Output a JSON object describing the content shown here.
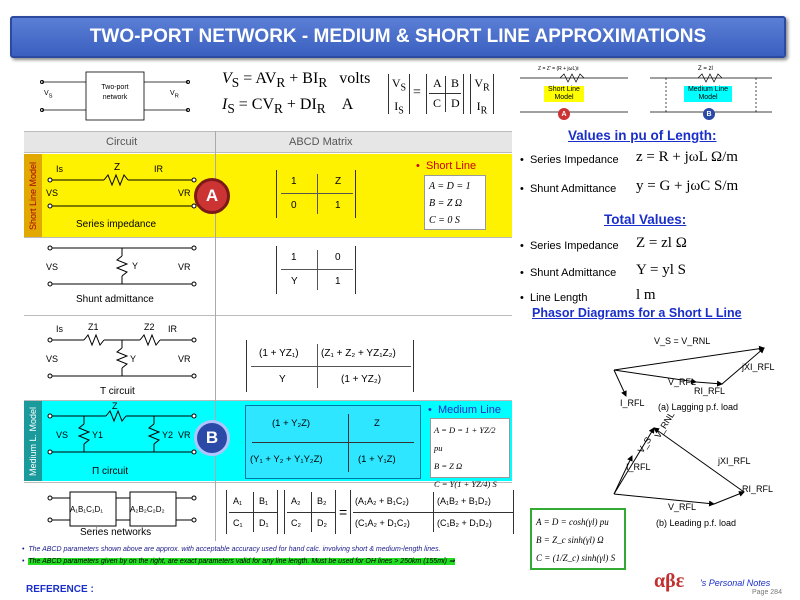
{
  "title": "TWO-PORT NETWORK - MEDIUM  & SHORT LINE APPROXIMATIONS",
  "top": {
    "box_label_1": "Two-port",
    "box_label_2": "network",
    "eq_vs": "V",
    "eq_vs_rest": "= AV",
    "eq_vs_rest2": " + BI",
    "eq_vs_unit": "volts",
    "eq_is": "I",
    "eq_is_rest": "= CV",
    "eq_is_rest2": " + DI",
    "eq_is_unit": "A",
    "matrix_a": "A",
    "matrix_b": "B",
    "matrix_c": "C",
    "matrix_d": "D",
    "short_label": "Short Line Model",
    "medium_label": "Medium Line Model",
    "short_badge": "A",
    "medium_badge": "B",
    "short_z_label": "Z = Z' = (R + jωL)ℓ",
    "medium_z_label": "Z = zl"
  },
  "table": {
    "col_circuit": "Circuit",
    "col_abcd": "ABCD Matrix"
  },
  "sidebar": {
    "short": "Short Line Model",
    "medium": "Medium L. Model"
  },
  "rows": {
    "series_label": "Series impedance",
    "shunt_label": "Shunt admittance",
    "t_label": "T circuit",
    "pi_label": "Π circuit",
    "networks_label": "Series networks",
    "badge_a": "A",
    "badge_b": "B",
    "m1": [
      "1",
      "Z",
      "0",
      "1"
    ],
    "m2": [
      "1",
      "0",
      "Y",
      "1"
    ],
    "m3": [
      "(1 + YZ₁)",
      "(Z₁ + Z₂ + YZ₁Z₂)",
      "Y",
      "(1 + YZ₂)"
    ],
    "m4": [
      "(1 + Y₂Z)",
      "Z",
      "(Y₁ + Y₂ + Y₁Y₂Z)",
      "(1 + Y₁Z)"
    ],
    "net1": "A₁B₁C₁D₁",
    "net2": "A₂B₂C₂D₂",
    "m5a": [
      "A₁",
      "B₁",
      "C₁",
      "D₁"
    ],
    "m5b": [
      "A₂",
      "B₂",
      "C₂",
      "D₂"
    ],
    "m5c": [
      "(A₁A₂ + B₁C₂)",
      "(A₁B₂ + B₁D₂)",
      "(C₁A₂ + D₁C₂)",
      "(C₁B₂ + D₁D₂)"
    ]
  },
  "short_line": {
    "heading": "Short Line",
    "f1": "A = D = 1",
    "f2": "B = Z   Ω",
    "f3": "C = 0   S"
  },
  "medium_line": {
    "heading": "Medium Line",
    "f1": "A = D = 1 + YZ/2 pu",
    "f2": "B = Z   Ω",
    "f3": "C = Y(1 + YZ/4) S"
  },
  "right": {
    "pu_heading": "Values in pu of Length:",
    "series_imp": "Series Impedance",
    "series_imp_eq": "z = R + jωL   Ω/m",
    "shunt_adm": "Shunt Admittance",
    "shunt_adm_eq": "y = G + jωC   S/m",
    "total_heading": "Total Values:",
    "t_series_imp": "Series Impedance",
    "t_series_eq": "Z = zl   Ω",
    "t_shunt_adm": "Shunt Admittance",
    "t_shunt_eq": "Y = yl   S",
    "line_length": "Line Length",
    "line_length_eq": "l  m",
    "phasor_heading": "Phasor Diagrams for a Short L Line",
    "lag_caption": "(a)  Lagging p.f. load",
    "lead_caption": "(b)  Leading p.f. load",
    "vs_vrnl": "V_S = V_RNL",
    "jxi": "jXI_RFL",
    "vrfl": "V_RFL",
    "rirfl": "RI_RFL",
    "irfl": "I_RFL",
    "vs": "V_S",
    "vrnl": "V_RNL"
  },
  "exact": {
    "f1": "A = D = cosh(γl) pu",
    "f2": "B = Z_c sinh(γl)  Ω",
    "f3": "C = (1/Z_c) sinh(γl)  S"
  },
  "notes": {
    "n1": "The ABCD parameters shown above are approx. with acceptable accuracy used for hand calc. involving short & medium-length lines.",
    "n2": "The ABCD parameters given by on the right, are exact parameters valid for any line length. Must be used for OH lines > 250km (155mi) ⇒"
  },
  "footer": {
    "reference": "REFERENCE :",
    "brand": "αβε",
    "brand_sub": "'s Personal Notes",
    "page": "Page 284"
  },
  "colors": {
    "title_bg": "#4a6fd0",
    "yellow": "#fff200",
    "cyan": "#00ffff",
    "badge_red": "#cc3333",
    "badge_blue": "#2b4aa8",
    "heading_blue": "#1a2fc9"
  }
}
